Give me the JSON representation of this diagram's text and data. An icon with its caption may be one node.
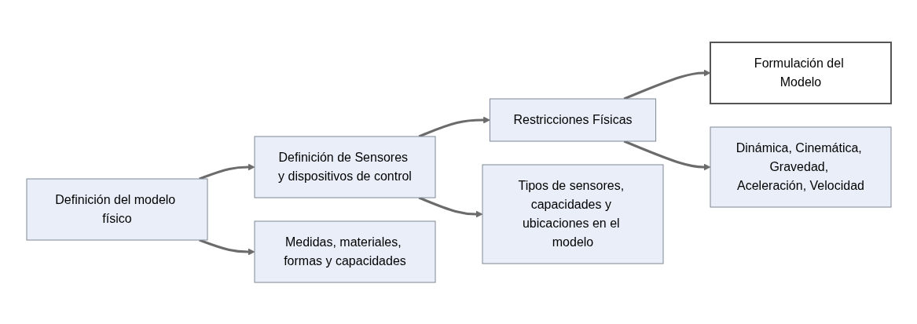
{
  "diagram": {
    "nodes": [
      {
        "text": [
          "Definición del modelo físico"
        ]
      },
      {
        "text": [
          "Definición de Sensores y dispositivos de control"
        ]
      },
      {
        "text": [
          "Restricciones Físicas"
        ]
      },
      {
        "text": [
          "Formulación del Modelo"
        ]
      },
      {
        "text": [
          "Medidas, materiales, formas y capacidades"
        ]
      },
      {
        "text": [
          "Tipos de sensores, capacidades y ubicaciones en el modelo"
        ]
      },
      {
        "text": [
          "Dinámica, Cinemática, Gravedad, Aceleración, Velocidad"
        ]
      }
    ],
    "edges": [
      {
        "from": 0,
        "to": 1,
        "arrow": "to"
      },
      {
        "from": 1,
        "to": 2,
        "arrow": "to"
      },
      {
        "from": 2,
        "to": 3,
        "arrow": "to"
      },
      {
        "from": 0,
        "to": 4,
        "arrow": "to"
      },
      {
        "from": 1,
        "to": 5,
        "arrow": "to"
      },
      {
        "from": 2,
        "to": 6,
        "arrow": "to"
      }
    ]
  }
}
